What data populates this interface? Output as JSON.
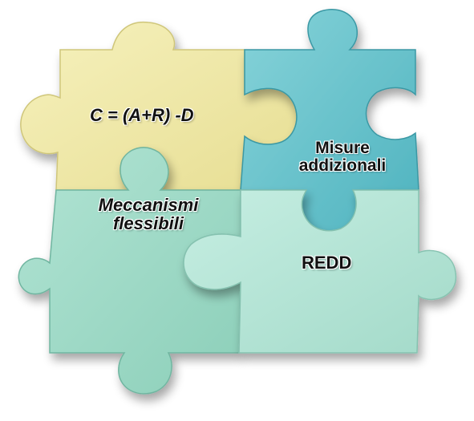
{
  "pieces": {
    "top_left": {
      "label": "C = (A+R) -D",
      "color": "#efe9a6"
    },
    "top_right": {
      "lines": [
        "Misure",
        "addizionali"
      ],
      "color": "#6fc6cf"
    },
    "bottom_left": {
      "lines": [
        "Meccanismi",
        "flessibili"
      ],
      "color": "#a3dccb"
    },
    "bottom_right": {
      "label": "REDD",
      "color": "#b5e6d8"
    }
  }
}
